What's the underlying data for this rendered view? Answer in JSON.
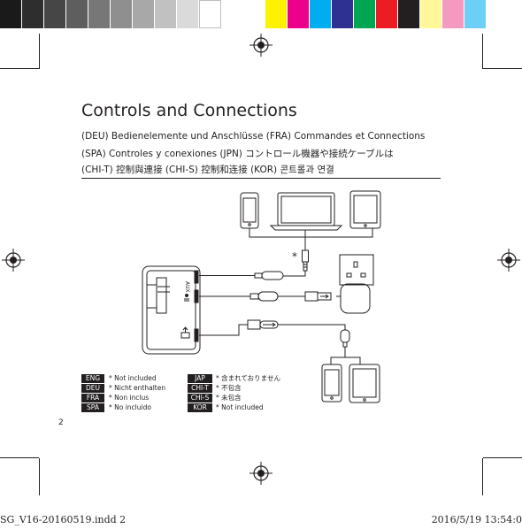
{
  "colors": {
    "gray_swatches": [
      "#1a1a1a",
      "#2e2e2e",
      "#464646",
      "#5e5e5e",
      "#777777",
      "#8f8f8f",
      "#a8a8a8",
      "#c1c1c1",
      "#dadada",
      "#ffffff"
    ],
    "color_swatches": [
      "#fff200",
      "#ec008c",
      "#00aeef",
      "#2e3192",
      "#00a651",
      "#ed1c24",
      "#231f20",
      "#fff799",
      "#f49ac1",
      "#6dcff6"
    ]
  },
  "doc": {
    "title": "Controls and Connections",
    "subtitle_lines": [
      "(DEU) Bedienelemente und Anschlüsse   (FRA) Commandes et Connections",
      "(SPA) Controles y conexiones   (JPN) コントロール機器や接続ケーブルは",
      "(CHI-T) 控制與連接   (CHI-S) 控制和连接   (KOR) 콘트롤과 연결"
    ]
  },
  "diagram": {
    "aux_label": "AUX",
    "asterisk": "*",
    "icons": [
      "phone-icon",
      "laptop-icon",
      "tablet-icon",
      "wall-socket-icon",
      "power-adapter-icon",
      "usb-icon"
    ]
  },
  "legend": {
    "left": [
      {
        "tag": "ENG",
        "text": "* Not included"
      },
      {
        "tag": "DEU",
        "text": "* Nicht enthalten"
      },
      {
        "tag": "FRA",
        "text": "* Non inclus"
      },
      {
        "tag": "SPA",
        "text": "* No incluido"
      }
    ],
    "right": [
      {
        "tag": "JAP",
        "text": "* 含まれておりません"
      },
      {
        "tag": "CHI-T",
        "text": "* 不包含"
      },
      {
        "tag": "CHI-S",
        "text": "* 未包含"
      },
      {
        "tag": "KOR",
        "text": "* Not included"
      }
    ]
  },
  "page_number": "2",
  "footer": {
    "left": "SG_V16-20160519.indd   2",
    "right": "2016/5/19   13:54:0"
  }
}
